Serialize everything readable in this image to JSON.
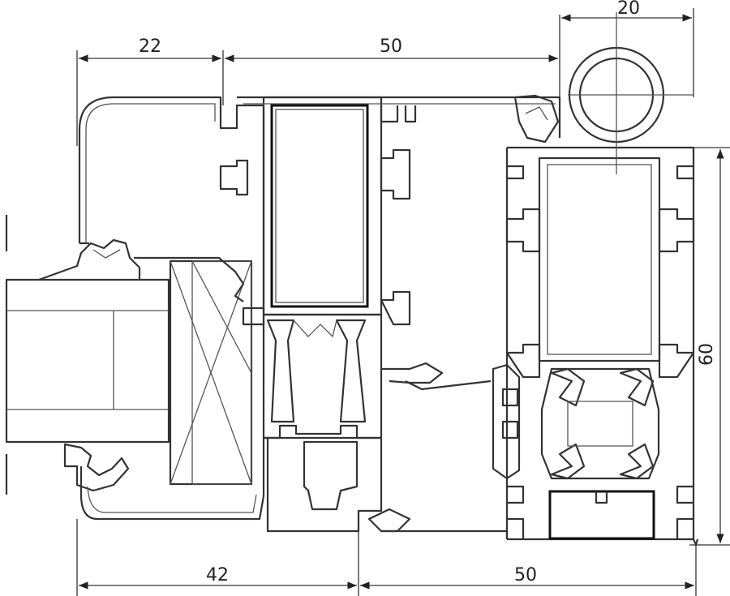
{
  "dimensions": {
    "top_left": "22",
    "top_middle": "50",
    "top_right": "20",
    "right_height": "60",
    "bottom_left": "42",
    "bottom_right": "50"
  },
  "colors": {
    "line": "#333333",
    "background": "#ffffff"
  }
}
